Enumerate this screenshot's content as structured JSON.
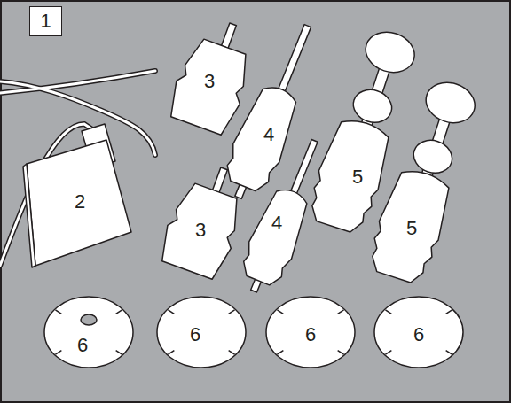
{
  "diagram": {
    "nodes": [
      {
        "text": [
          "1"
        ]
      }
    ],
    "labels": [
      "2",
      "3",
      "4",
      "5",
      "5",
      "3",
      "4",
      "6",
      "6",
      "6",
      "6"
    ]
  }
}
